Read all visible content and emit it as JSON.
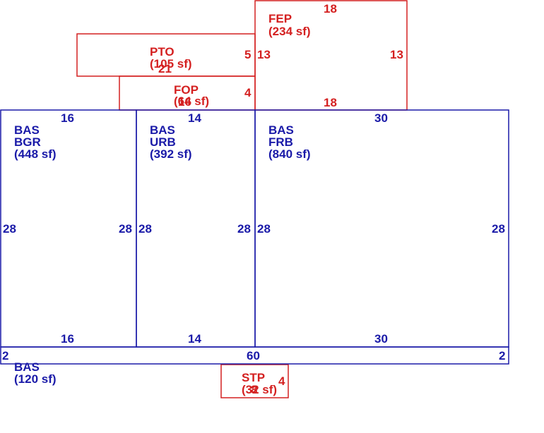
{
  "colors": {
    "living_area": "#1a1aa8",
    "exterior_area": "#d42020"
  },
  "areas": {
    "fep": {
      "code": "FEP",
      "area": "(234 sf)"
    },
    "pto": {
      "code": "PTO",
      "area": "(105 sf)"
    },
    "fop": {
      "code": "FOP",
      "area": "(64 sf)"
    },
    "bas_bgr": {
      "code": "BAS",
      "sub": "BGR",
      "area": "(448 sf)"
    },
    "bas_urb": {
      "code": "BAS",
      "sub": "URB",
      "area": "(392 sf)"
    },
    "bas_frb": {
      "code": "BAS",
      "sub": "FRB",
      "area": "(840 sf)"
    },
    "bas_strip": {
      "code": "BAS",
      "area": "(120 sf)"
    },
    "stp": {
      "code": "STP",
      "area": "(32 sf)"
    }
  },
  "dimensions": {
    "fep_top": "18",
    "fep_bottom": "18",
    "fep_left": "13",
    "fep_right": "13",
    "pto_right": "5",
    "pto_bottom": "21",
    "fop_right": "4",
    "fop_bottom": "16",
    "bgr_top": "16",
    "bgr_bottom": "16",
    "bgr_left": "28",
    "bgr_right": "28",
    "urb_top": "14",
    "urb_bottom": "14",
    "urb_left": "28",
    "urb_right": "28",
    "frb_top": "30",
    "frb_bottom": "30",
    "frb_left": "28",
    "frb_right": "28",
    "strip_left": "2",
    "strip_right": "2",
    "strip_bottom": "60",
    "stp_top": "8",
    "stp_right": "4"
  }
}
